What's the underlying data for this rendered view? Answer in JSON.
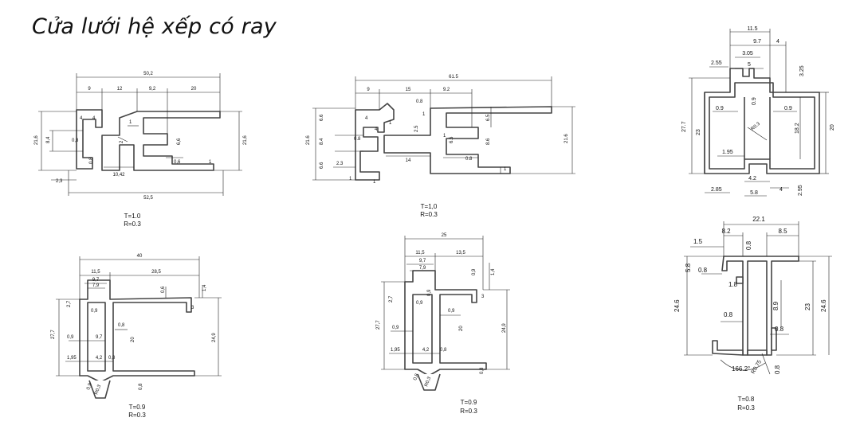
{
  "title": "Cửa lưới hệ xếp có ray",
  "profiles": [
    {
      "id": "p1",
      "thickness": "T=1.0",
      "radius": "R=0.3",
      "dims": [
        "50,2",
        "9",
        "12",
        "9,2",
        "20",
        "4",
        "4",
        "1",
        "0,8",
        "8,4",
        "21,6",
        "2",
        "6,6",
        "0,8",
        "10,42",
        "0,6",
        "1",
        "21,6",
        "2,3",
        "52,5"
      ]
    },
    {
      "id": "p2",
      "thickness": "T=1,0",
      "radius": "R=0.3",
      "dims": [
        "61.5",
        "9",
        "15",
        "9.2",
        "0.8",
        "1",
        "1",
        "6.6",
        "6.6",
        "4",
        "8.4",
        "4",
        "21.6",
        "0.8",
        "2.5",
        "1",
        "6.5",
        "6.5",
        "8.6",
        "21.6",
        "14",
        "0.8",
        "2.3",
        "1",
        "1",
        "1"
      ]
    },
    {
      "id": "p3",
      "thickness": "",
      "radius": "",
      "dims": [
        "11.5",
        "9.7",
        "4",
        "3.05",
        "2.55",
        "5",
        "3.25",
        "0.9",
        "0.9",
        "0.9",
        "R0.3",
        "27.7",
        "23",
        "18.2",
        "20",
        "1.95",
        "4.2",
        "5.8",
        "2.85",
        "4",
        "2.95"
      ]
    },
    {
      "id": "p4",
      "thickness": "T=0.9",
      "radius": "R=0.3",
      "dims": [
        "40",
        "11,5",
        "28,5",
        "9,7",
        "7,9",
        "1,4",
        "0,6",
        "2,7",
        "0,9",
        "3",
        "0,9",
        "0,8",
        "27,7",
        "20",
        "24,9",
        "9,7",
        "1,95",
        "4,2",
        "0,8",
        "0,8",
        "0,9",
        "R0,3"
      ]
    },
    {
      "id": "p5",
      "thickness": "T=0.9",
      "radius": "R=0.3",
      "dims": [
        "25",
        "11,5",
        "13,5",
        "9,7",
        "7,9",
        "0,9",
        "1,4",
        "2,7",
        "0,9",
        "0,9",
        "3",
        "0,9",
        "27,7",
        "0,9",
        "20",
        "24,9",
        "1,95",
        "4,2",
        "0,8",
        "0,8",
        "0,8",
        "R0,3"
      ]
    },
    {
      "id": "p6",
      "thickness": "T=0.8",
      "radius": "R=0.3",
      "dims": [
        "22.1",
        "8.2",
        "8.5",
        "1.5",
        "0.8",
        "5.8",
        "0.8",
        "1.8",
        "24.6",
        "8.9",
        "23",
        "24.6",
        "0.8",
        "0.8",
        "166.2°",
        "R0.75",
        "0.8"
      ]
    }
  ]
}
